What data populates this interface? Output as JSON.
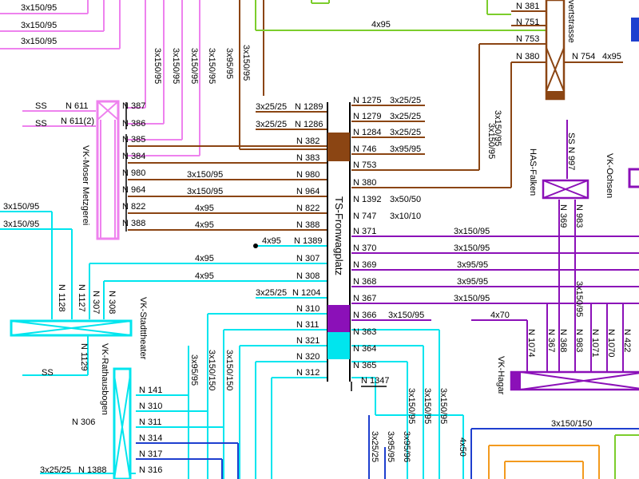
{
  "colors": {
    "brown": "#8B4513",
    "magenta": "#EE82EE",
    "cyan": "#00E5EE",
    "purple": "#8B10B8",
    "green": "#7CCD2C",
    "blue": "#1E3FCF",
    "orange": "#F39A1E",
    "black": "#000000"
  },
  "station": {
    "name": "TS-Fronwagplatz",
    "left_feeders": [
      {
        "id": "N 1289",
        "cable": "3x25/25"
      },
      {
        "id": "N 1286",
        "cable": "3x25/25"
      },
      {
        "id": "N 382",
        "cable": ""
      },
      {
        "id": "N 383",
        "cable": ""
      },
      {
        "id": "N 980",
        "cable": "3x150/95"
      },
      {
        "id": "N 964",
        "cable": "3x150/95"
      },
      {
        "id": "N 822",
        "cable": "4x95"
      },
      {
        "id": "N 388",
        "cable": "4x95"
      },
      {
        "id": "N 1389",
        "cable": "4x95"
      },
      {
        "id": "N 307",
        "cable": "4x95"
      },
      {
        "id": "N 308",
        "cable": "4x95"
      },
      {
        "id": "N 1204",
        "cable": "3x25/25"
      },
      {
        "id": "N 310",
        "cable": ""
      },
      {
        "id": "N 311",
        "cable": ""
      },
      {
        "id": "N 321",
        "cable": ""
      },
      {
        "id": "N 320",
        "cable": ""
      },
      {
        "id": "N 312",
        "cable": ""
      }
    ],
    "right_feeders": [
      {
        "id": "N 1275",
        "cable": "3x25/25"
      },
      {
        "id": "N 1279",
        "cable": "3x25/25"
      },
      {
        "id": "N 1284",
        "cable": "3x25/25"
      },
      {
        "id": "N 746",
        "cable": "3x95/95"
      },
      {
        "id": "N 753",
        "cable": ""
      },
      {
        "id": "N 380",
        "cable": ""
      },
      {
        "id": "N 1392",
        "cable": "3x50/50"
      },
      {
        "id": "N 747",
        "cable": "3x10/10"
      },
      {
        "id": "N 371",
        "cable": "3x150/95"
      },
      {
        "id": "N 370",
        "cable": "3x150/95"
      },
      {
        "id": "N 369",
        "cable": "3x95/95"
      },
      {
        "id": "N 368",
        "cable": "3x95/95"
      },
      {
        "id": "N 367",
        "cable": "3x150/95"
      },
      {
        "id": "N 366",
        "cable": "3x150/95"
      },
      {
        "id": "N 363",
        "cable": ""
      },
      {
        "id": "N 364",
        "cable": ""
      },
      {
        "id": "N 365",
        "cable": ""
      },
      {
        "id": "N 1347",
        "cable": ""
      }
    ]
  },
  "boxes": {
    "moser": {
      "name": "VK-Moser Metzgerei",
      "inputs": [
        {
          "src": "SS",
          "id": "N 611"
        },
        {
          "src": "",
          "id": "N 611(2)"
        }
      ],
      "outputs": [
        "N 387",
        "N 386",
        "N 385",
        "N 384",
        "N 980",
        "N 964",
        "N 822",
        "N 388"
      ]
    },
    "stadttheater": {
      "name": "VK-Stadttheater",
      "top": [
        "N 1128",
        "N 1127",
        "N 307",
        "N 308"
      ],
      "bottom": [
        "N 1129"
      ],
      "ss": "SS"
    },
    "rathausbogen": {
      "name": "VK-Rathausbogen",
      "outputs": [
        "N 141",
        "N 310",
        "N 311",
        "N 314",
        "N 317",
        "N 316"
      ],
      "left": "N 306"
    },
    "falken": {
      "name": "HAS-Falken",
      "top": [
        "SS",
        "N 997"
      ],
      "bottom": [
        "N 369",
        "N 983"
      ]
    },
    "ochsen": {
      "name": "VK-Ochsen"
    },
    "hagar": {
      "name": "VK-Hagar",
      "tops": [
        "N 1074",
        "N 367",
        "N 368",
        "N 983",
        "N 1071",
        "N 1070",
        "N 422"
      ]
    },
    "vertstrasse": {
      "name": "vertstrasse",
      "ids": [
        "N 381",
        "N 751",
        "N 753",
        "N 380",
        "N 754"
      ]
    }
  },
  "cables": {
    "c_3x150_95": "3x150/95",
    "c_3x95_95": "3x95/95",
    "c_3x95_96": "3x95/95",
    "c_3x150_150": "3x150/150",
    "c_3x25_25": "3x25/25",
    "c_3x50_50": "3x50/50",
    "c_4x95": "4x95",
    "c_4x70": "4x70",
    "c_4x50": "4x50",
    "c_3x95_96b": "3x95/96",
    "c_3x95_95b": "3x95/95"
  },
  "misc": {
    "n1388": "N 1388",
    "c1388": "3x25/25",
    "n1347": "N 1347",
    "n306": "N 306",
    "n754_cable": "4x95",
    "top_4x95": "4x95",
    "right_3x150_150": "3x150/150"
  }
}
